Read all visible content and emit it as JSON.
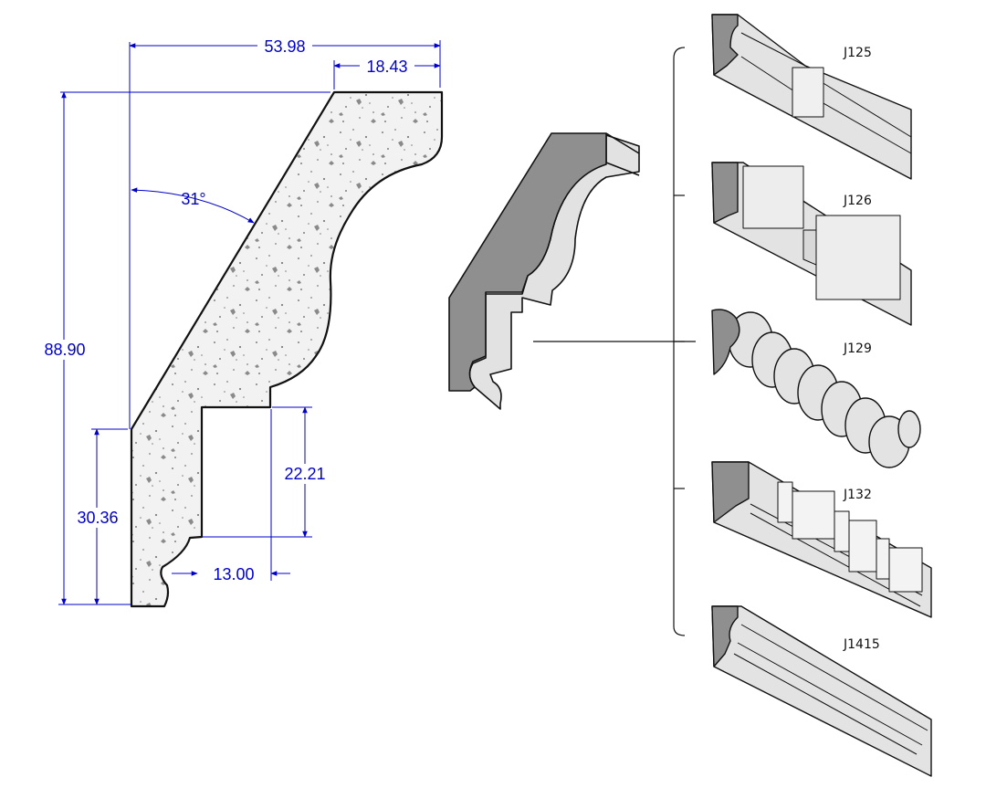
{
  "colors": {
    "dimension": "#0000cc",
    "outline": "#111111",
    "section_fill": "#8f8f8f",
    "face_light": "#e4e4e4",
    "speckle": "#7f7f7f"
  },
  "profile_dimensions": {
    "overall_width": "53.98",
    "top_flat": "18.43",
    "height": "88.90",
    "angle": "31°",
    "lower_height": "30.36",
    "step_height": "22.21",
    "step_depth": "13.00"
  },
  "variants": [
    {
      "code": "J125",
      "style": "grooved"
    },
    {
      "code": "J126",
      "style": "block"
    },
    {
      "code": "J129",
      "style": "rope"
    },
    {
      "code": "J132",
      "style": "dentil"
    },
    {
      "code": "J1415",
      "style": "plain"
    }
  ]
}
